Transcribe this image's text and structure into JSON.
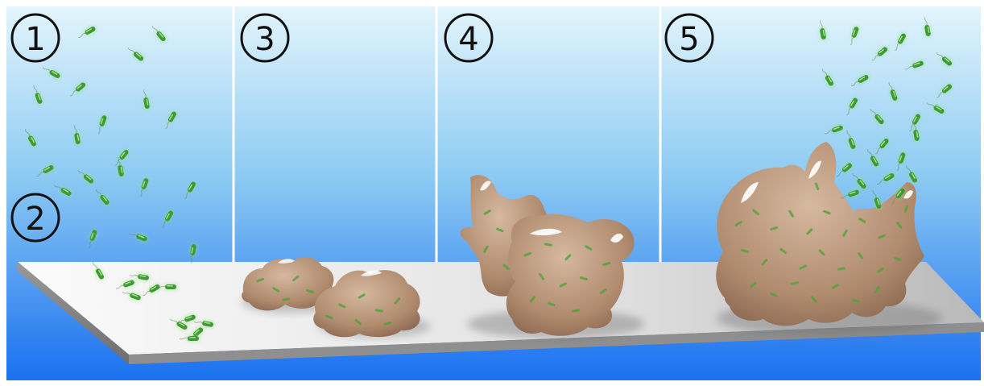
{
  "diagram": {
    "stage_labels": [
      "1",
      "2",
      "3",
      "4",
      "5"
    ]
  },
  "colors": {
    "water_top": "#dff3fb",
    "water_bottom": "#1673f0",
    "surface": "#e8e8e8",
    "biofilm": "#b08b6e",
    "bacteria": "#3f9a33"
  }
}
